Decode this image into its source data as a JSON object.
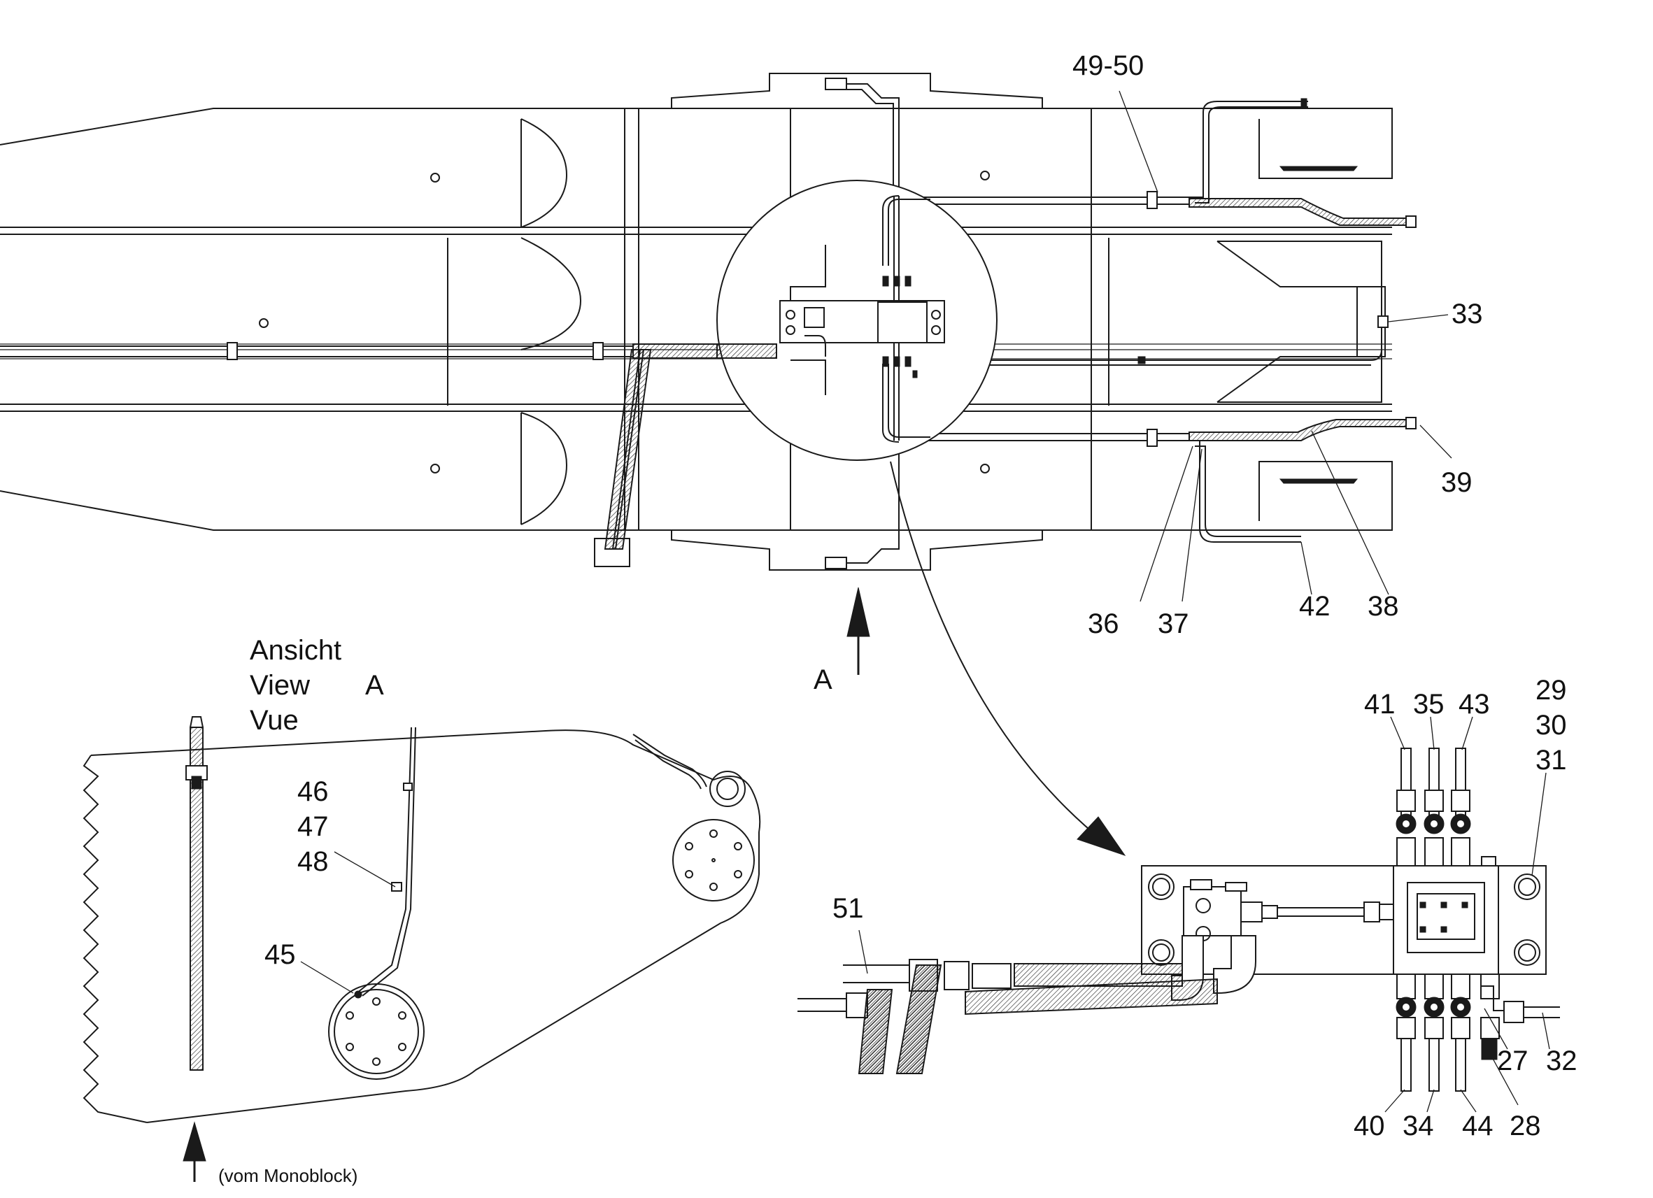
{
  "view_label": {
    "line1": "Ansicht",
    "line2": "View",
    "line3": "Vue",
    "letter": "A"
  },
  "arrow_label_a": "A",
  "monoblock_note": "(vom Monoblock)",
  "part_labels": {
    "p49_50": "49-50",
    "p33": "33",
    "p39": "39",
    "p36": "36",
    "p37": "37",
    "p42": "42",
    "p38": "38",
    "p41": "41",
    "p35": "35",
    "p43": "43",
    "p29": "29",
    "p30": "30",
    "p31": "31",
    "p51": "51",
    "p27": "27",
    "p32": "32",
    "p28": "28",
    "p40": "40",
    "p34": "34",
    "p44": "44",
    "p46": "46",
    "p47": "47",
    "p48": "48",
    "p45": "45"
  }
}
